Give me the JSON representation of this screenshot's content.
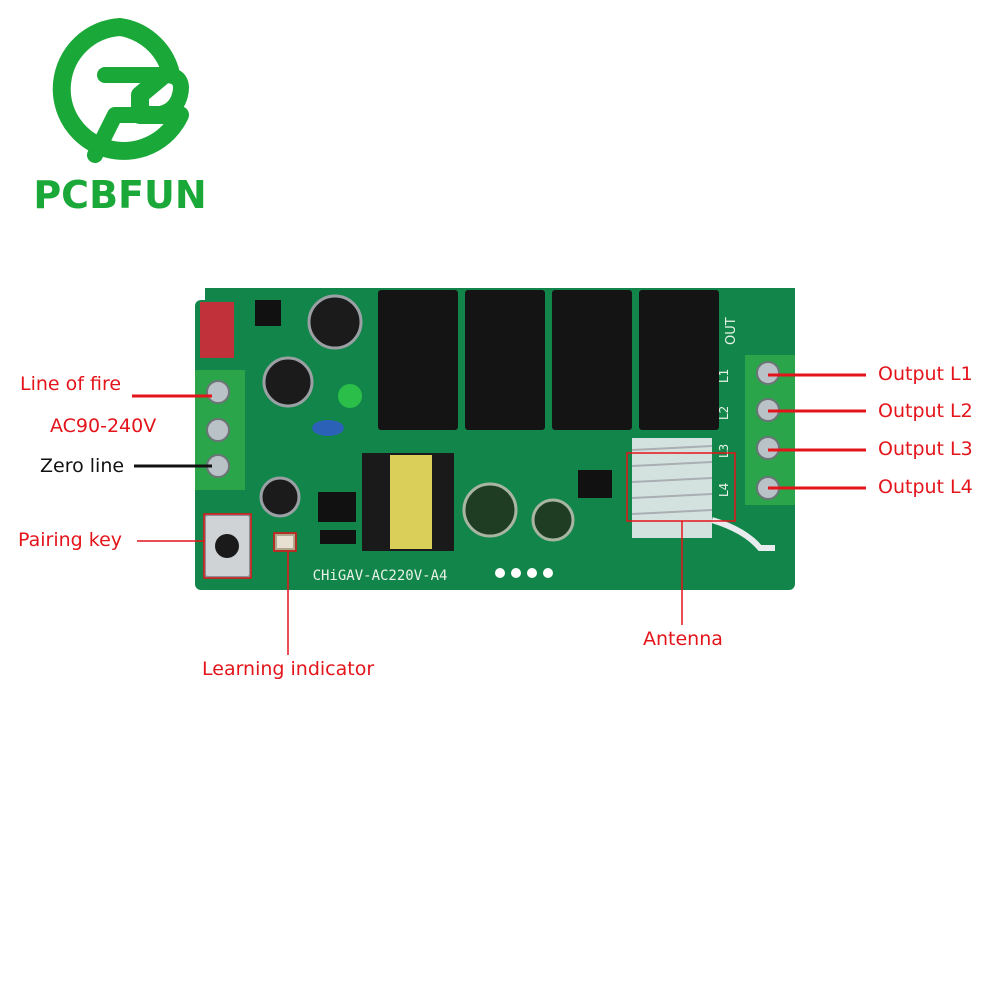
{
  "brand": {
    "name": "PCBFUN",
    "color": "#1aa838"
  },
  "board": {
    "silkscreen": "CHiGAV-AC220V-A4",
    "out_header": "OUT",
    "channel_marks": [
      "L1",
      "L2",
      "L3",
      "L4"
    ],
    "color": "#12864a"
  },
  "labels": {
    "line_of_fire": "Line of fire",
    "voltage": "AC90-240V",
    "zero_line": "Zero line",
    "pairing_key": "Pairing key",
    "learning_indicator": "Learning indicator",
    "antenna": "Antenna",
    "output_l1": "Output L1",
    "output_l2": "Output L2",
    "output_l3": "Output L3",
    "output_l4": "Output L4"
  },
  "colors": {
    "callout": "#e4141b",
    "neutral": "#111111"
  }
}
